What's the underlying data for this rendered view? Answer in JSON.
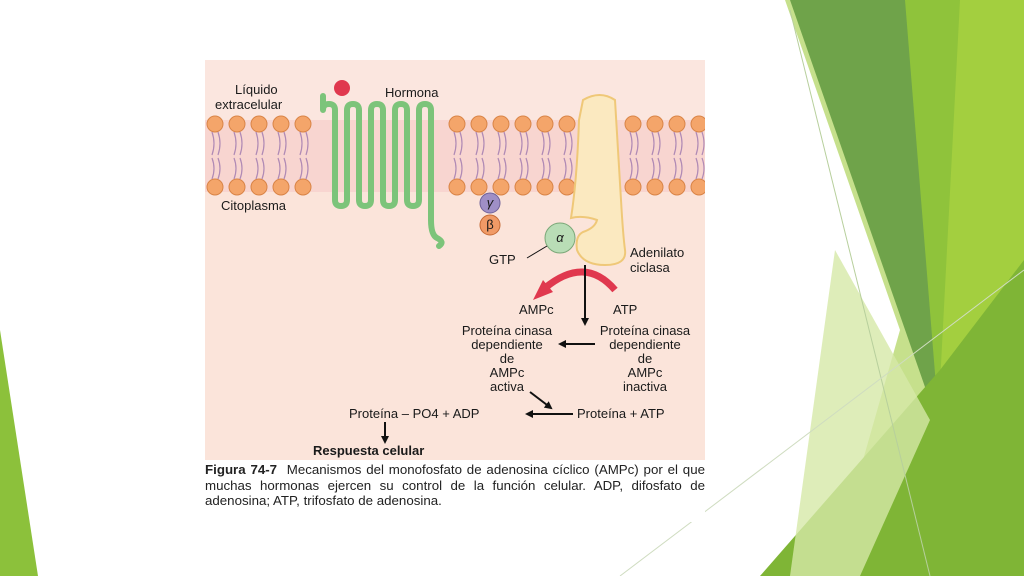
{
  "labels": {
    "extracellular_1": "Líquido",
    "extracellular_2": "extracelular",
    "hormone": "Hormona",
    "cytoplasm": "Citoplasma",
    "gamma": "γ",
    "beta": "β",
    "alpha": "α",
    "gtp": "GTP",
    "adenylate_1": "Adenilato",
    "adenylate_2": "ciclasa",
    "ampc": "AMPc",
    "atp": "ATP",
    "pk_active": [
      "Proteína cinasa",
      "dependiente",
      "de",
      "AMPc",
      "activa"
    ],
    "pk_inactive": [
      "Proteína cinasa",
      "dependiente",
      "de",
      "AMPc",
      "inactiva"
    ],
    "protein_po4": "Proteína – PO4 + ADP",
    "protein_atp": "Proteína + ATP",
    "response": "Respuesta celular"
  },
  "caption": {
    "figure_label": "Figura 74-7",
    "text": "Mecanismos del monofosfato de adenosina cíclico (AMPc) por el que muchas hormonas ejercen su control de la función celular. ADP, difosfato de adenosina; ATP, trifosfato de adenosina."
  },
  "colors": {
    "slide_green_dark": "#5f9a3a",
    "slide_green_light": "#9bcb3c",
    "membrane_head": "#f4a56a",
    "receptor": "#7cc47a",
    "adenylate_cyclase": "#fbe9c0",
    "arrow_red": "#e0384e"
  }
}
